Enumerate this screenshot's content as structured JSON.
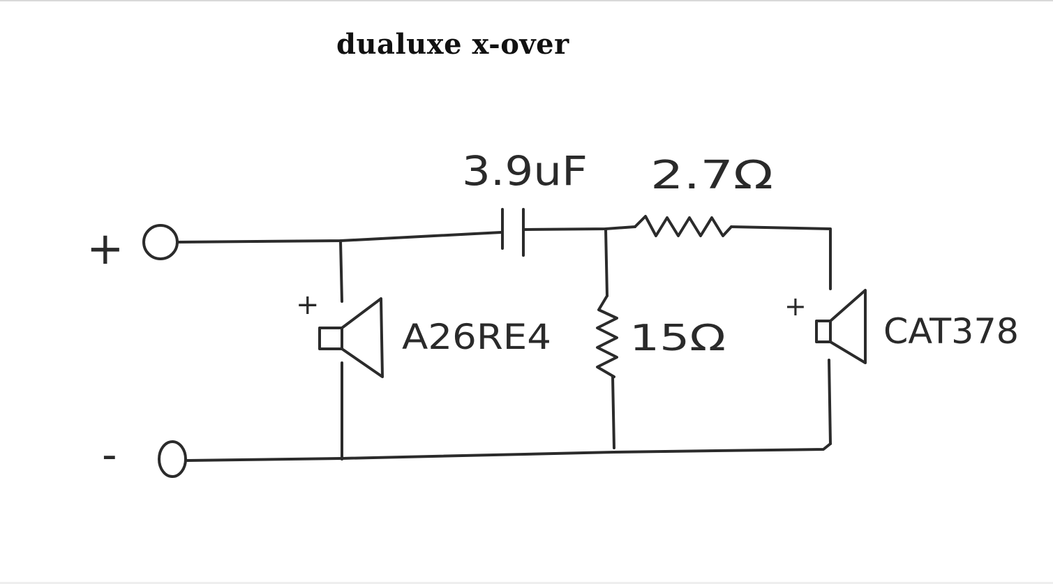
{
  "title": "dualuxe x-over",
  "terminals": {
    "positive": "+",
    "negative": "-"
  },
  "components": {
    "capacitor": {
      "value": "3.9uF"
    },
    "series_resistor": {
      "value": "2.7Ω"
    },
    "shunt_resistor": {
      "value": "15Ω"
    },
    "woofer": {
      "model": "A26RE4",
      "polarity": "+"
    },
    "tweeter": {
      "model": "CAT378",
      "polarity": "+"
    }
  },
  "colors": {
    "ink": "#2b2b2b",
    "background": "#ffffff"
  }
}
